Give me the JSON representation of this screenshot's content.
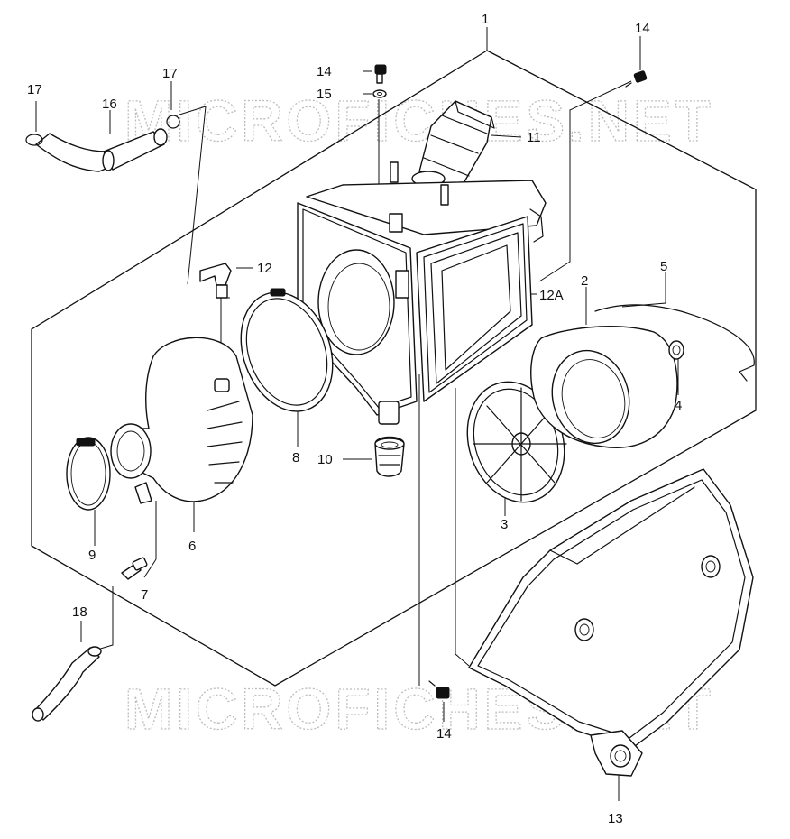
{
  "watermarks": {
    "top": "MICROFICHES.NET",
    "bottom": "MICROFICHES.NET"
  },
  "labels": {
    "p1": "1",
    "p2": "2",
    "p3": "3",
    "p4": "4",
    "p5": "5",
    "p6": "6",
    "p7": "7",
    "p8": "8",
    "p9": "9",
    "p10": "10",
    "p11": "11",
    "p12": "12",
    "p12a": "12A",
    "p13": "13",
    "p14_top_right": "14",
    "p14_top": "14",
    "p14_bottom": "14",
    "p15": "15",
    "p16": "16",
    "p17_left": "17",
    "p17_right": "17",
    "p18": "18"
  }
}
